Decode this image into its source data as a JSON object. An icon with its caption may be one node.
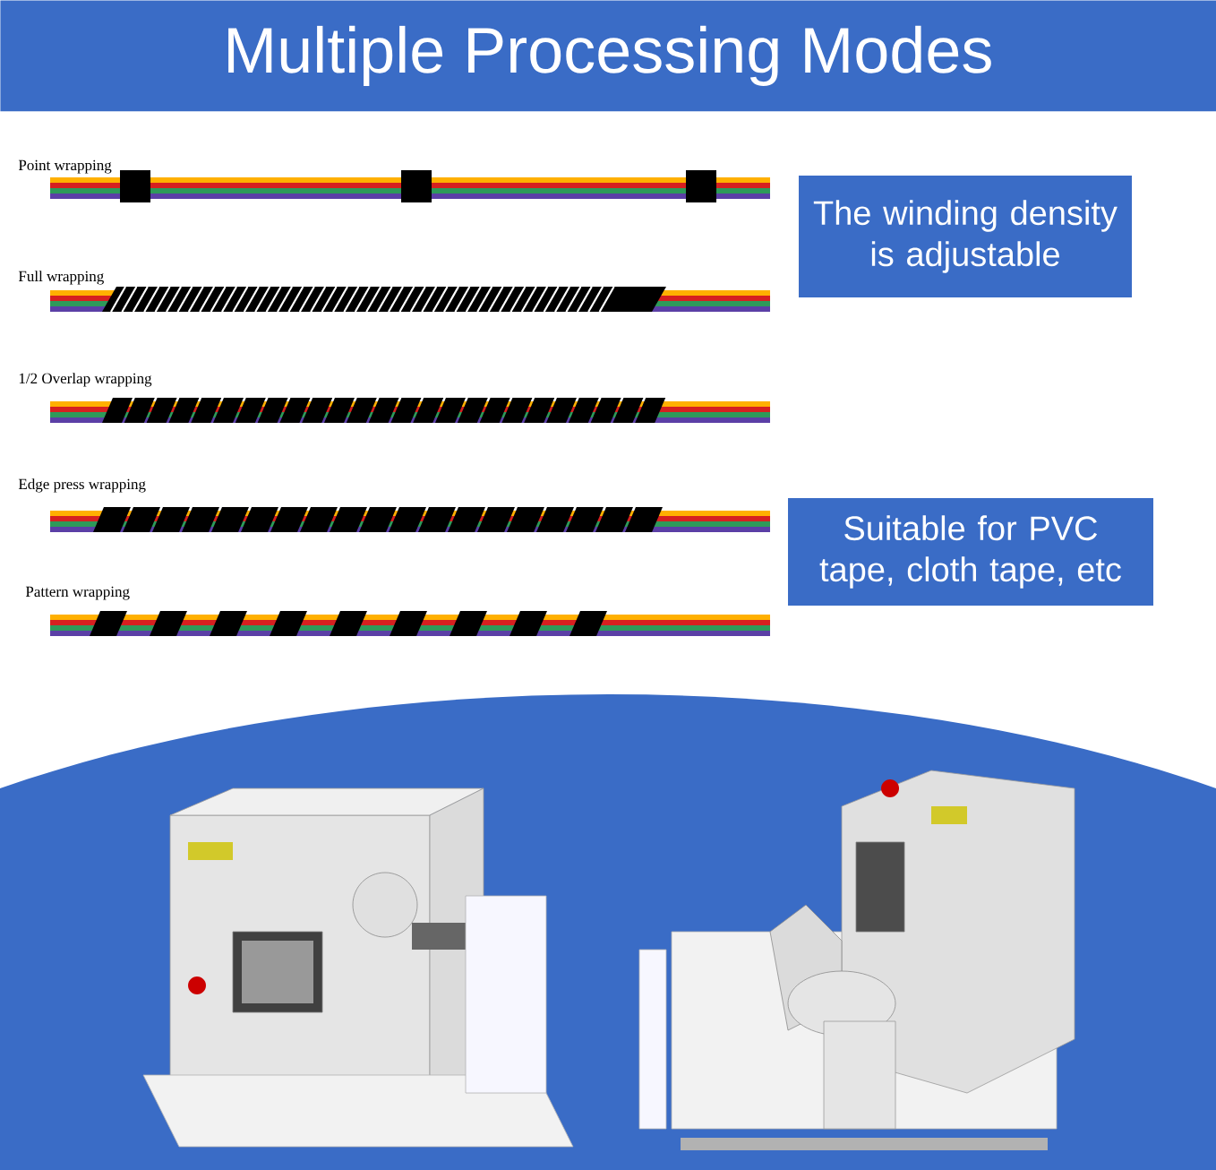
{
  "diagram": {
    "title": "Multiple Processing Modes",
    "nodes": [
      {
        "text": [
          "The winding density is adjustable"
        ]
      },
      {
        "text": [
          "Suitable for PVC tape, cloth tape, etc"
        ]
      }
    ],
    "labels": [
      "Point wrapping",
      "Full wrapping",
      "1/2 Overlap wrapping",
      "Edge press wrapping",
      "Pattern wrapping"
    ]
  }
}
